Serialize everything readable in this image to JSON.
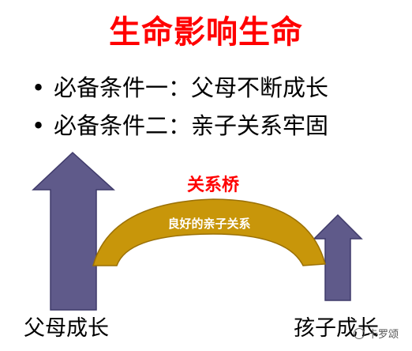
{
  "title": "生命影响生命",
  "bullets": [
    {
      "marker": "•",
      "text": "必备条件一：父母不断成长"
    },
    {
      "marker": "•",
      "text": "必备条件二：亲子关系牢固"
    }
  ],
  "diagram": {
    "bridge_title": "关系桥",
    "bridge_label": "良好的亲子关系",
    "left_label": "父母成长",
    "right_label": "孩子成长",
    "colors": {
      "arrow": "#5f5a8a",
      "bridge": "#c8960a",
      "title": "#ff0000"
    }
  },
  "watermark": {
    "text": "卡罗颂"
  }
}
